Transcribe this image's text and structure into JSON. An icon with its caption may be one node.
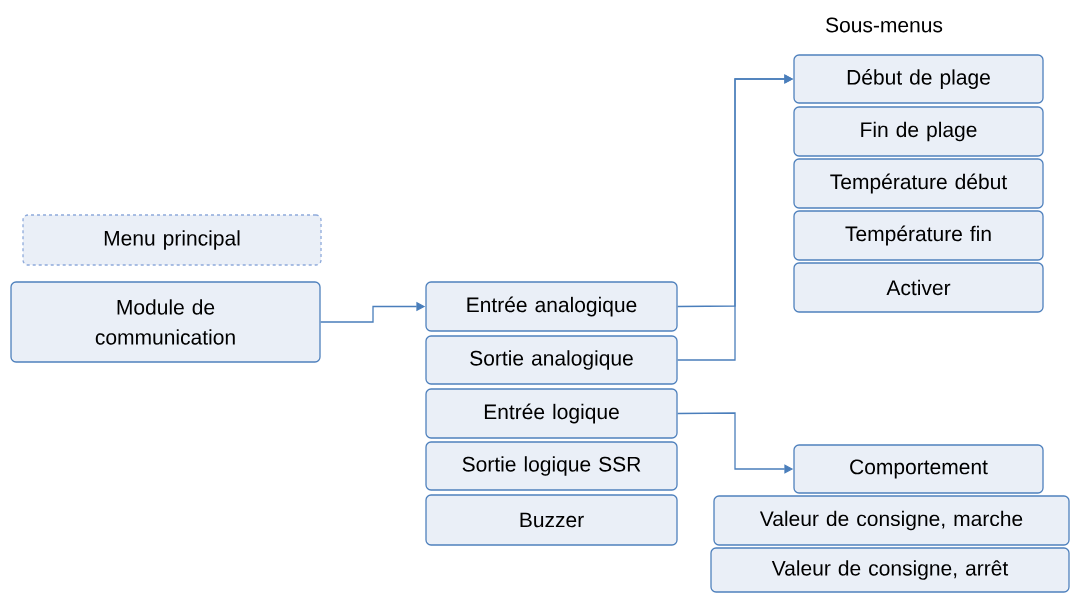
{
  "diagram": {
    "nodes": [
      {
        "text": [
          "Menu principal"
        ]
      },
      {
        "text": [
          "Module de communication"
        ]
      },
      {
        "text": [
          "Entrée analogique"
        ]
      },
      {
        "text": [
          "Sortie analogique"
        ]
      },
      {
        "text": [
          "Entrée logique"
        ]
      },
      {
        "text": [
          "Sortie logique SSR"
        ]
      },
      {
        "text": [
          "Buzzer"
        ]
      },
      {
        "text": [
          "Début de plage"
        ]
      },
      {
        "text": [
          "Fin de plage"
        ]
      },
      {
        "text": [
          "Température début"
        ]
      },
      {
        "text": [
          "Température fin"
        ]
      },
      {
        "text": [
          "Activer"
        ]
      },
      {
        "text": [
          "Comportement"
        ]
      },
      {
        "text": [
          "Valeur de consigne, marche"
        ]
      },
      {
        "text": [
          "Valeur de consigne, arrêt"
        ]
      }
    ],
    "edges": [
      {
        "from": 1,
        "to": 2,
        "arrow": "to"
      },
      {
        "from": 2,
        "to": 7,
        "arrow": "to"
      },
      {
        "from": 3,
        "to": 7,
        "arrow": "to"
      },
      {
        "from": 4,
        "to": 12,
        "arrow": "to"
      }
    ],
    "labels": [
      "Sous-menus"
    ]
  }
}
